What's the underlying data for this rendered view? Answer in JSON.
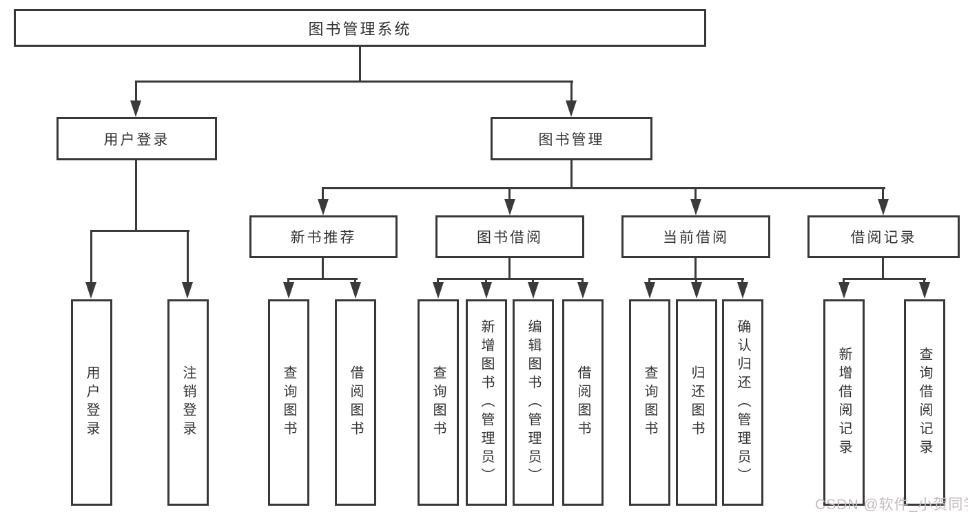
{
  "colors": {
    "line": "#3a3a3a",
    "box_border": "#383838",
    "text": "#333333",
    "background": "#ffffff",
    "watermark_text_color": "#c5bcbc"
  },
  "tree": {
    "root": "图书管理系统",
    "branches": [
      {
        "label": "用户登录",
        "children": [
          "用户登录",
          "注销登录"
        ]
      },
      {
        "label": "图书管理",
        "sections": [
          {
            "label": "新书推荐",
            "children": [
              "查询图书",
              "借阅图书"
            ]
          },
          {
            "label": "图书借阅",
            "children": [
              "查询图书",
              "新增图书（管理员）",
              "编辑图书（管理员）",
              "借阅图书"
            ]
          },
          {
            "label": "当前借阅",
            "children": [
              "查询图书",
              "归还图书",
              "确认归还（管理员）"
            ]
          },
          {
            "label": "借阅记录",
            "children": [
              "新增借阅记录",
              "查询借阅记录"
            ]
          }
        ]
      }
    ]
  },
  "watermark": "CSDN @软件_小贺同学"
}
